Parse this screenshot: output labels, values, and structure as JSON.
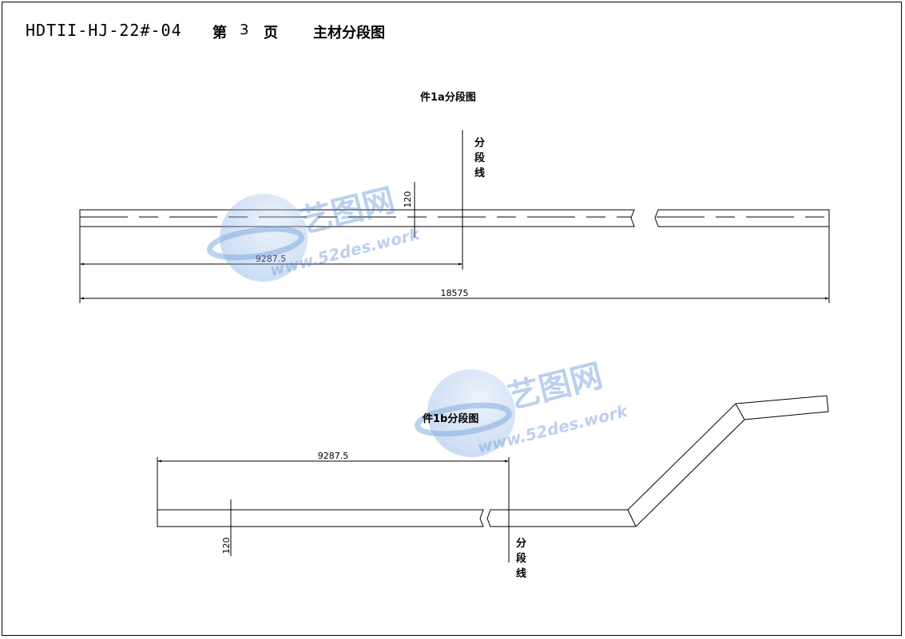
{
  "header": {
    "doc_code": "HDTII-HJ-22#-04",
    "page_prefix": "第",
    "page_number": "3",
    "page_suffix": "页",
    "doc_title": "主材分段图"
  },
  "drawing_a": {
    "caption": "件1a分段图",
    "split_label": "分段线",
    "dim_height": "120",
    "dim_half": "9287.5",
    "dim_total": "18575"
  },
  "drawing_b": {
    "caption": "件1b分段图",
    "split_label": "分段线",
    "dim_half": "9287.5",
    "dim_height": "120"
  },
  "watermark": {
    "brand": "艺图网",
    "url": "www.52des.work",
    "color": "#5b8fd6"
  }
}
